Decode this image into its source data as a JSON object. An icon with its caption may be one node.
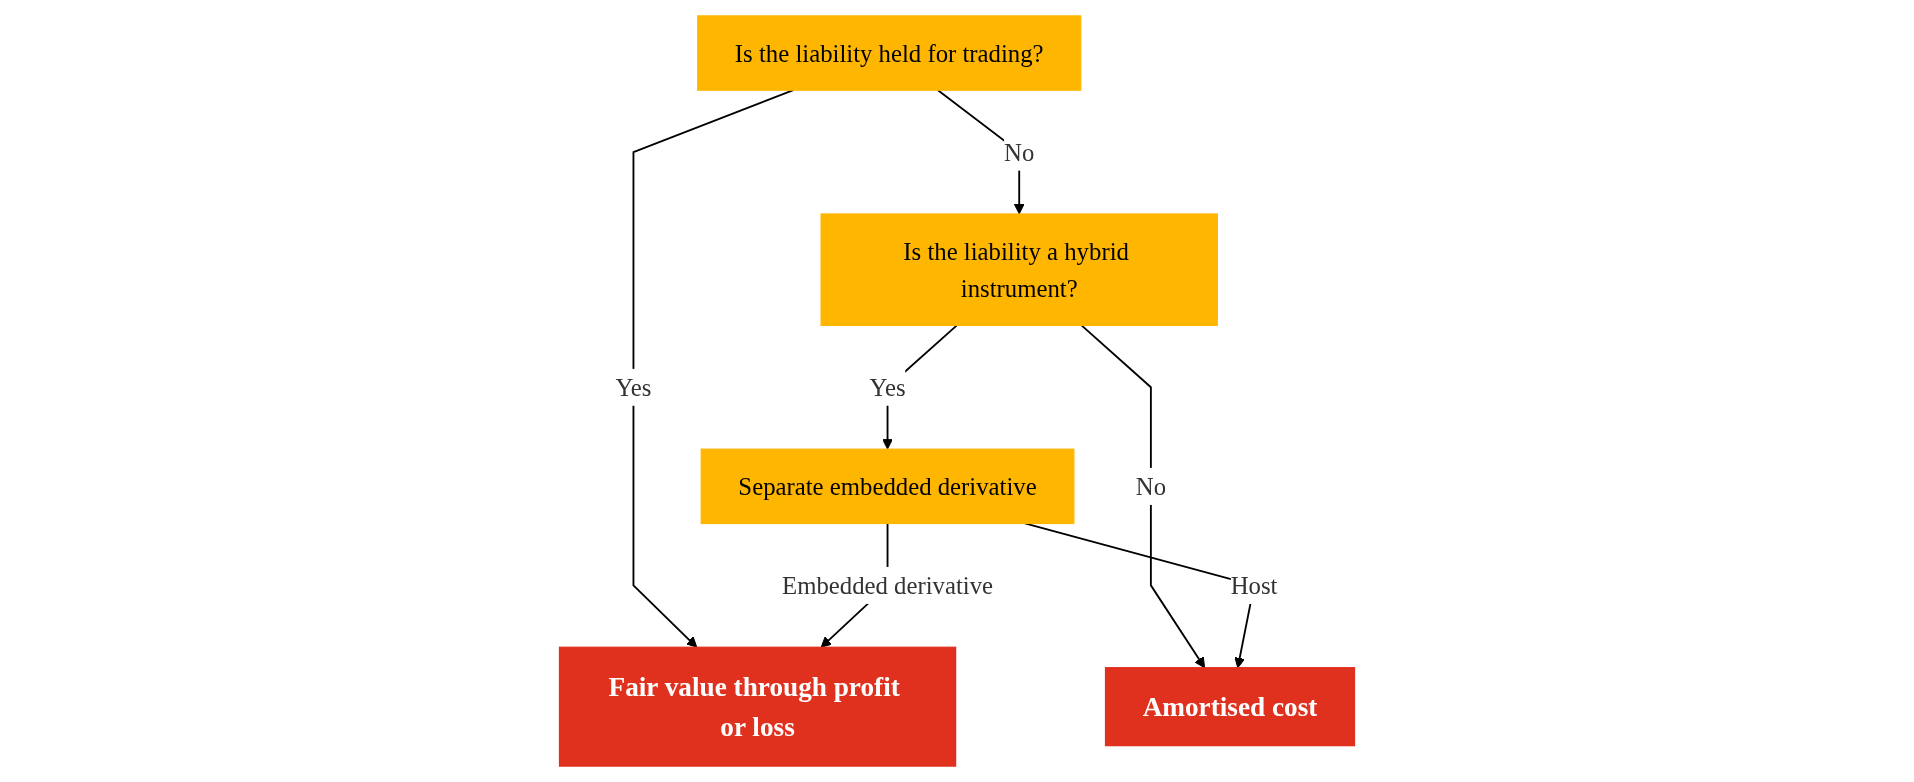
{
  "diagram": {
    "nodes": [
      {
        "text": [
          "Is the liability held for trading?"
        ]
      },
      {
        "text": [
          "Is the liability a hybrid instrument?"
        ]
      },
      {
        "text": [
          "Separate embedded derivative"
        ]
      },
      {
        "text": [
          "Amortised cost"
        ]
      },
      {
        "text": [
          "Fair value through profit or loss"
        ]
      }
    ],
    "edges": [
      {
        "from": 0,
        "to": 4,
        "arrow": "to",
        "label": "Yes"
      },
      {
        "from": 0,
        "to": 1,
        "arrow": "to",
        "label": "No"
      },
      {
        "from": 1,
        "to": 2,
        "arrow": "to",
        "label": "Yes"
      },
      {
        "from": 1,
        "to": 3,
        "arrow": "to",
        "label": "No"
      },
      {
        "from": 2,
        "to": 3,
        "arrow": "to",
        "label": "Host"
      },
      {
        "from": 2,
        "to": 4,
        "arrow": "to",
        "label": "Embedded derivative"
      }
    ]
  }
}
